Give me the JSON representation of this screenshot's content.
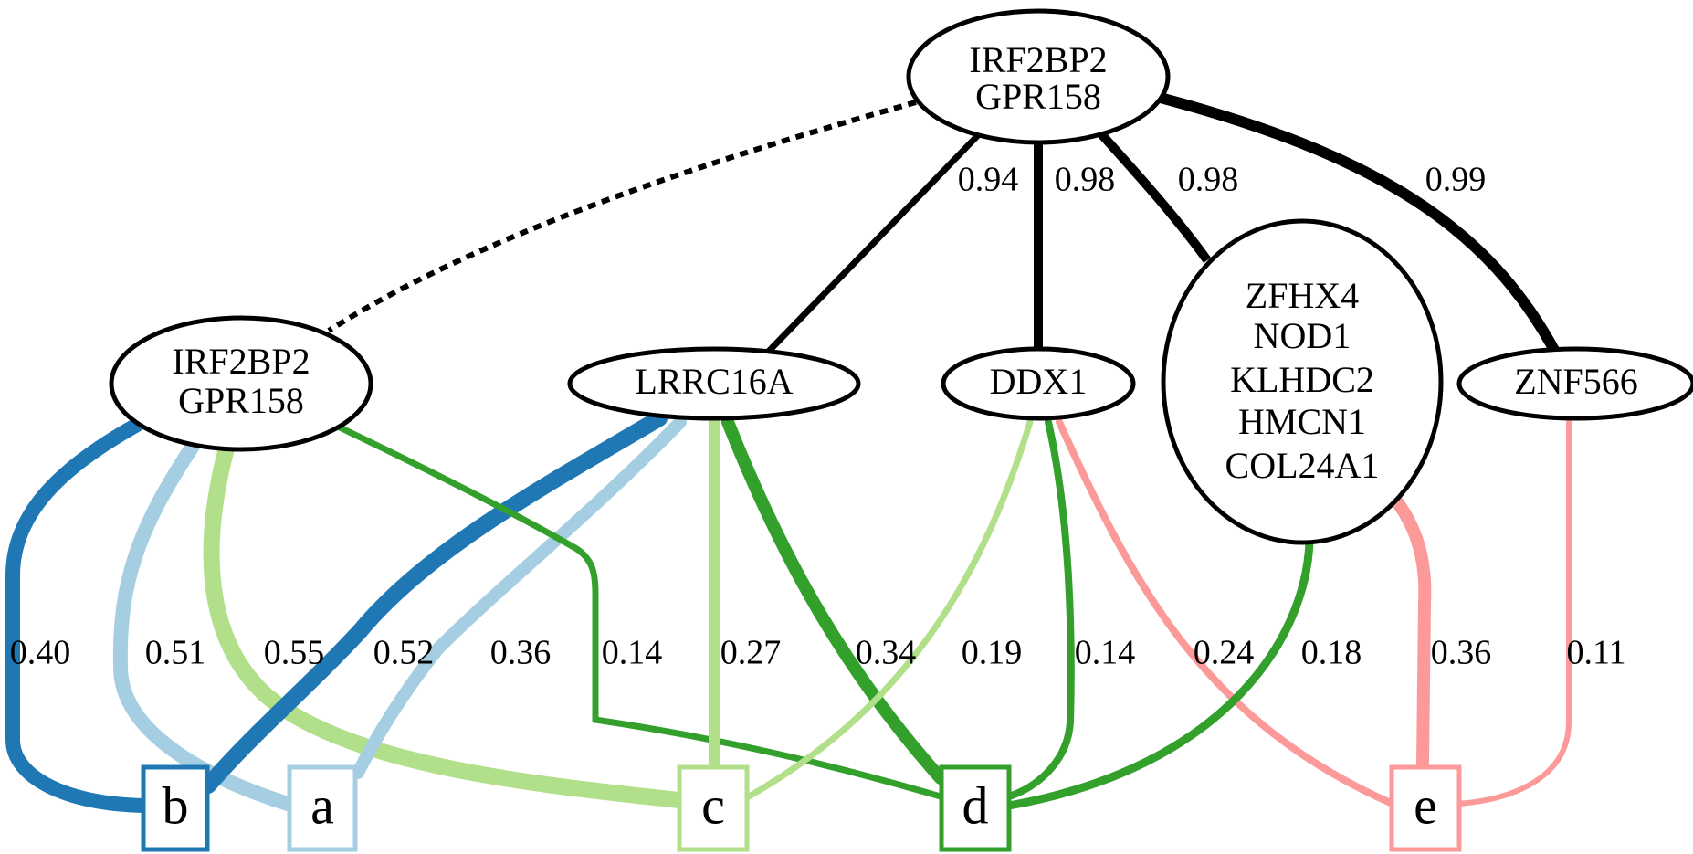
{
  "colors": {
    "black": "#000000",
    "dark_blue": "#1f78b4",
    "light_blue": "#a6cee3",
    "light_green": "#b2df8a",
    "dark_green": "#33a02c",
    "pink": "#fb9a99"
  },
  "nodes": {
    "root": {
      "lines": [
        "IRF2BP2",
        "GPR158"
      ]
    },
    "left": {
      "lines": [
        "IRF2BP2",
        "GPR158"
      ]
    },
    "lrrc": {
      "lines": [
        "LRRC16A"
      ]
    },
    "ddx": {
      "lines": [
        "DDX1"
      ]
    },
    "zfhx": {
      "lines": [
        "ZFHX4",
        "NOD1",
        "KLHDC2",
        "HMCN1",
        "COL24A1"
      ]
    },
    "znf": {
      "lines": [
        "ZNF566"
      ]
    }
  },
  "leaves": {
    "b": {
      "label": "b",
      "color": "#1f78b4"
    },
    "a": {
      "label": "a",
      "color": "#a6cee3"
    },
    "c": {
      "label": "c",
      "color": "#b2df8a"
    },
    "d": {
      "label": "d",
      "color": "#33a02c"
    },
    "e": {
      "label": "e",
      "color": "#fb9a99"
    }
  },
  "tree_edges": [
    {
      "from": "root",
      "to": "left",
      "style": "dotted",
      "label": ""
    },
    {
      "from": "root",
      "to": "lrrc",
      "style": "solid",
      "weight": 0.94,
      "label": "0.94"
    },
    {
      "from": "root",
      "to": "ddx",
      "style": "solid",
      "weight": 0.98,
      "label": "0.98"
    },
    {
      "from": "root",
      "to": "zfhx",
      "style": "solid",
      "weight": 0.98,
      "label": "0.98"
    },
    {
      "from": "root",
      "to": "znf",
      "style": "solid",
      "weight": 0.99,
      "label": "0.99"
    }
  ],
  "leaf_edges": [
    {
      "from": "left",
      "to": "b",
      "weight": 0.4,
      "label": "0.40"
    },
    {
      "from": "left",
      "to": "a",
      "weight": 0.51,
      "label": "0.51"
    },
    {
      "from": "left",
      "to": "c",
      "weight": 0.55,
      "label": "0.55"
    },
    {
      "from": "lrrc",
      "to": "b",
      "weight": 0.52,
      "label": "0.52"
    },
    {
      "from": "lrrc",
      "to": "a",
      "weight": 0.36,
      "label": "0.36"
    },
    {
      "from": "left",
      "to": "d",
      "weight": 0.14,
      "label": "0.14"
    },
    {
      "from": "lrrc",
      "to": "c",
      "weight": 0.27,
      "label": "0.27"
    },
    {
      "from": "lrrc",
      "to": "d",
      "weight": 0.34,
      "label": "0.34"
    },
    {
      "from": "ddx",
      "to": "c",
      "weight": 0.19,
      "label": "0.19"
    },
    {
      "from": "ddx",
      "to": "d",
      "weight": 0.14,
      "label": "0.14"
    },
    {
      "from": "ddx",
      "to": "e",
      "weight": 0.24,
      "label": "0.24"
    },
    {
      "from": "zfhx",
      "to": "d",
      "weight": 0.18,
      "label": "0.18"
    },
    {
      "from": "zfhx",
      "to": "e",
      "weight": 0.36,
      "label": "0.36"
    },
    {
      "from": "znf",
      "to": "e",
      "weight": 0.11,
      "label": "0.11"
    }
  ]
}
